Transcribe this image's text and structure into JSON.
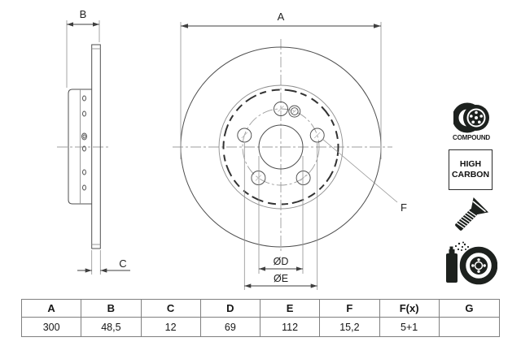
{
  "drawing": {
    "labels": {
      "a": "A",
      "b": "B",
      "c": "C",
      "d": "ØD",
      "e": "ØE",
      "f": "F"
    }
  },
  "badges": {
    "compound_label": "COMPOUND",
    "high_carbon_line1": "HIGH",
    "high_carbon_line2": "CARBON"
  },
  "icons": {
    "compound": "compound-disc-icon",
    "high_carbon": "high-carbon-text-badge",
    "screw": "countersunk-screw-icon",
    "coating": "spray-coated-disc-icon"
  },
  "table": {
    "headers": [
      "A",
      "B",
      "C",
      "D",
      "E",
      "F",
      "F(x)",
      "G"
    ],
    "values": [
      "300",
      "48,5",
      "12",
      "69",
      "112",
      "15,2",
      "5+1",
      ""
    ]
  },
  "colors": {
    "background": "#ffffff",
    "line": "#4f4f4f",
    "line_light": "#8f8f8f",
    "centerline": "#9c9c9c",
    "dim": "#3f3f3f",
    "text": "#1f1f1f",
    "icon": "#1d211e",
    "table_border": "#808080"
  }
}
